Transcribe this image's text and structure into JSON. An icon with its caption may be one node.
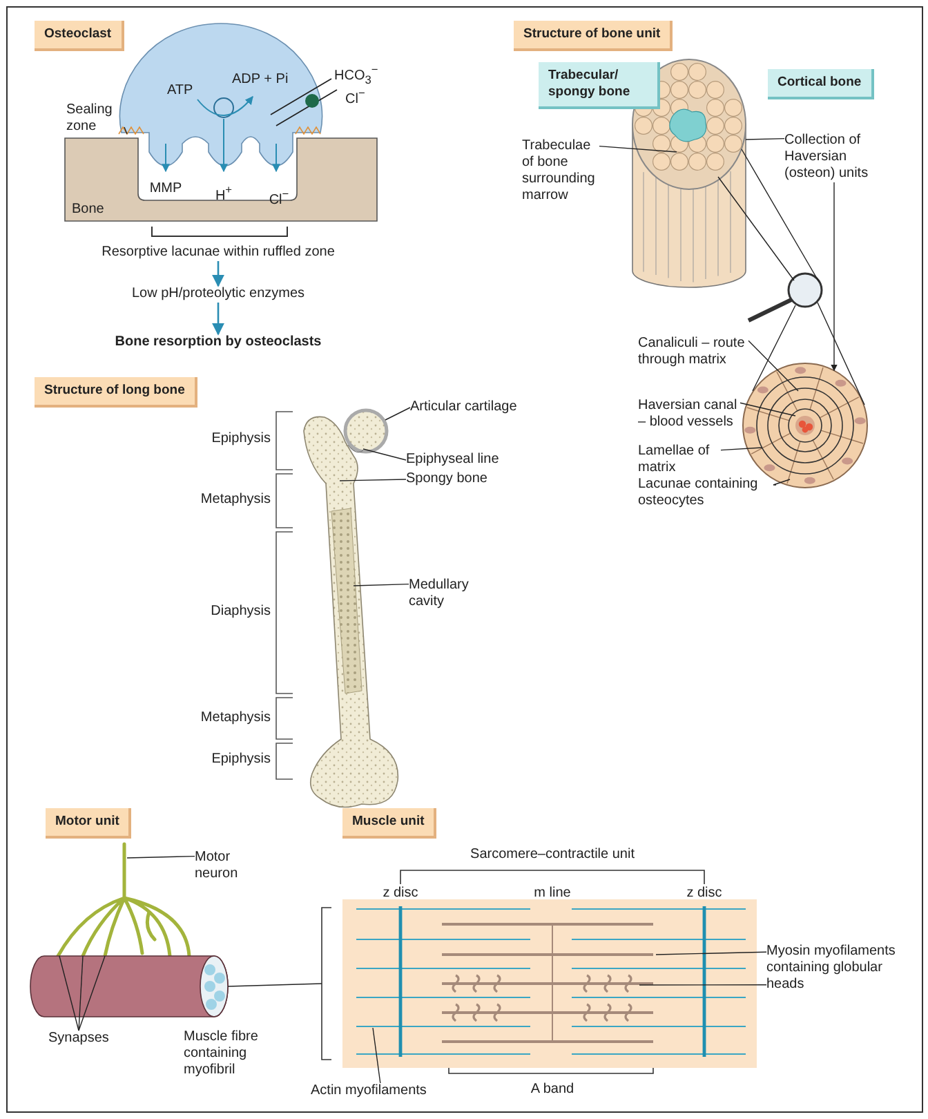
{
  "diagram": {
    "nodes": [
      {
        "text": [
          "Osteoclast"
        ]
      },
      {
        "text": [
          "Sealing zone"
        ]
      },
      {
        "text": [
          "Resorptive lacunae within ruffled zone"
        ]
      },
      {
        "text": [
          "Low pH/proteolytic enzymes"
        ]
      },
      {
        "text": [
          "Bone resorption by osteoclasts"
        ]
      },
      {
        "text": [
          "Structure of bone unit"
        ]
      },
      {
        "text": [
          "Trabecular/ spongy bone"
        ]
      },
      {
        "text": [
          "Cortical bone"
        ]
      },
      {
        "text": [
          "Trabeculae of bone surrounding marrow"
        ]
      },
      {
        "text": [
          "Collection of Haversian (osteon) units"
        ]
      },
      {
        "text": [],
        "shape": "circle"
      },
      {
        "text": [
          "Canaliculi – route through matrix"
        ]
      },
      {
        "text": [
          "Haversian canal – blood vessels"
        ]
      },
      {
        "text": [
          "Lamellae of matrix"
        ]
      },
      {
        "text": [
          "Lacunae containing osteocytes"
        ]
      },
      {
        "text": [
          "Structure of long bone"
        ]
      },
      {
        "text": [
          "Articular cartilage"
        ]
      },
      {
        "text": [
          "Epiphyseal line"
        ]
      },
      {
        "text": [
          "Spongy bone"
        ]
      },
      {
        "text": [
          "Medullary cavity"
        ]
      },
      {
        "text": [
          "Motor unit"
        ]
      },
      {
        "text": [
          "Motor neuron"
        ]
      },
      {
        "text": [
          "Synapses"
        ]
      },
      {
        "text": [
          "Muscle unit"
        ]
      },
      {
        "text": [
          "Myosin myofilaments containing globular heads"
        ]
      },
      {
        "text": [
          "Actin myofilaments"
        ]
      },
      {
        "text": [],
        "shape": "picture"
      },
      {
        "text": [],
        "shape": "picture"
      },
      {
        "text": [],
        "shape": "picture"
      },
      {
        "text": [],
        "shape": "picture"
      },
      {
        "text": [],
        "shape": "picture",
        "beside": [
          "Muscle fibre containing myofibril"
        ]
      },
      {
        "text": [],
        "shape": "picture"
      }
    ],
    "edges": [
      {
        "from": 2,
        "to": 3,
        "arrow": "to",
        "color": "#2a8db3"
      },
      {
        "from": 3,
        "to": 4,
        "arrow": "to",
        "color": "#2a8db3"
      },
      {
        "from": 1,
        "to": null,
        "arrow": "none"
      },
      {
        "from": 8,
        "to": 26,
        "arrow": "none"
      },
      {
        "from": 9,
        "to": 26,
        "arrow": "none"
      },
      {
        "from": 9,
        "to": 10,
        "arrow": "to"
      },
      {
        "from": 11,
        "to": 10,
        "arrow": "none"
      },
      {
        "from": 12,
        "to": 10,
        "arrow": "none"
      },
      {
        "from": 13,
        "to": 10,
        "arrow": "none"
      },
      {
        "from": 14,
        "to": 10,
        "arrow": "none"
      },
      {
        "from": 16,
        "to": 28,
        "arrow": "none"
      },
      {
        "from": 17,
        "to": 28,
        "arrow": "none"
      },
      {
        "from": 18,
        "to": 28,
        "arrow": "none"
      },
      {
        "from": 19,
        "to": 28,
        "arrow": "none"
      },
      {
        "from": 21,
        "to": 29,
        "arrow": "none"
      },
      {
        "from": 22,
        "to": 29,
        "arrow": "none"
      },
      {
        "from": 22,
        "to": 29,
        "arrow": "none"
      },
      {
        "from": 22,
        "to": 29,
        "arrow": "none"
      },
      {
        "from": 24,
        "to": 31,
        "arrow": "none"
      },
      {
        "from": 24,
        "to": 31,
        "arrow": "none"
      },
      {
        "from": 25,
        "to": 31,
        "arrow": "none"
      },
      {
        "from": 26,
        "to": 27,
        "arrow": "none"
      },
      {
        "from": 26,
        "to": 27,
        "arrow": "none"
      },
      {
        "from": 27,
        "to": 10,
        "arrow": "none"
      },
      {
        "from": 27,
        "to": 10,
        "arrow": "none"
      },
      {
        "from": 30,
        "to": 31,
        "arrow": "none"
      }
    ],
    "labels": [
      "Bone",
      "ATP",
      "ADP + Pi",
      "HCO$_{3}$$^{−}$",
      "Cl$^{−}$",
      "MMP",
      "H$^{+}$",
      "Cl$^{−}$",
      "Epiphysis",
      "Metaphysis",
      "Diaphysis",
      "Metaphysis",
      "Epiphysis",
      "Sarcomere–contractile unit",
      "z disc",
      "m line",
      "z disc",
      "A band"
    ]
  }
}
